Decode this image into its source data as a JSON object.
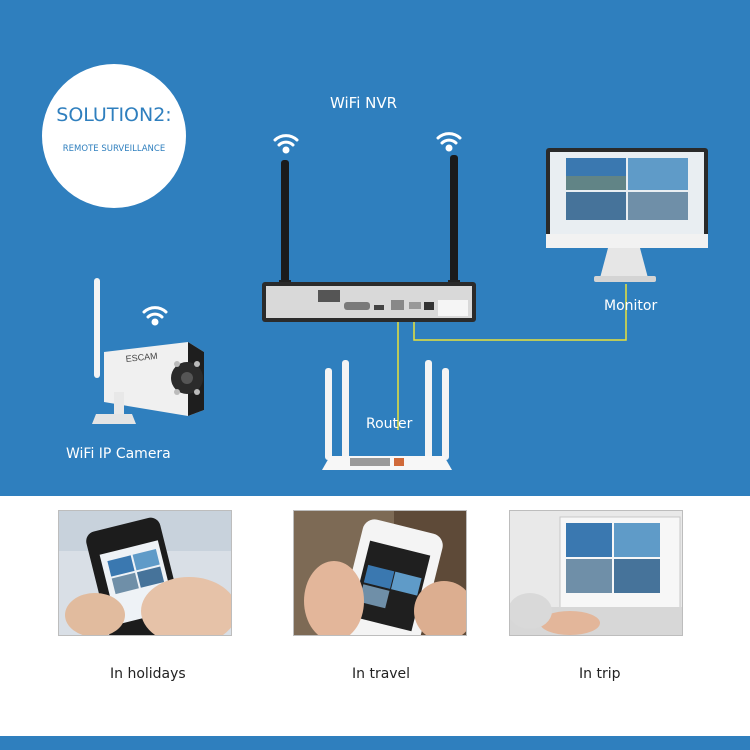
{
  "badge": {
    "title": "SOLUTION2:",
    "subtitle": "REMOTE SURVEILLANCE"
  },
  "labels": {
    "nvr": "WiFi NVR",
    "monitor": "Monitor",
    "router": "Router",
    "camera": "WiFi IP Camera",
    "camera_brand": "ESCAM"
  },
  "scenarios": [
    {
      "caption": "In holidays"
    },
    {
      "caption": "In travel"
    },
    {
      "caption": "In trip"
    }
  ],
  "colors": {
    "background": "#2f7fbe",
    "cable": "#e8e23a",
    "badge": "#ffffff"
  }
}
